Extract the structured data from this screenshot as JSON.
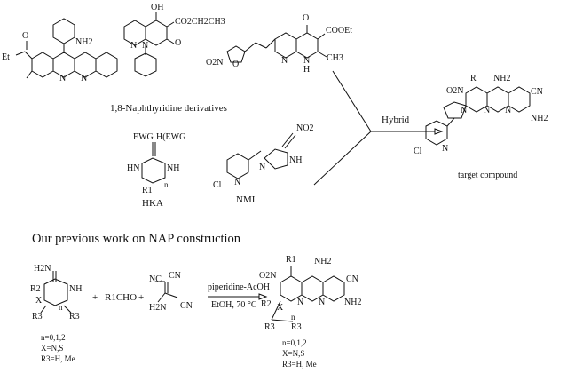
{
  "captions": {
    "naphthyridine": "1,8-Naphthyridine derivatives",
    "hybrid": "Hybrid",
    "target": "target compound",
    "hka": "HKA",
    "nmi": "NMI",
    "previous_work": "Our previous work on NAP construction"
  },
  "structure_labels": {
    "s1": {
      "nh2": "NH2",
      "et": "Et",
      "o": "O",
      "n1": "N",
      "n2": "N"
    },
    "s2": {
      "oh": "OH",
      "co2": "CO2CH2CH3",
      "o": "O",
      "n1": "N",
      "n2": "N"
    },
    "s3": {
      "o": "O",
      "cooet": "COOEt",
      "no2": "O2N",
      "ch3": "CH3",
      "nh": "N",
      "h": "H",
      "n": "N",
      "furan_o": "O"
    },
    "target": {
      "r": "R",
      "nh2a": "NH2",
      "no2": "O2N",
      "cn": "CN",
      "nh2b": "NH2",
      "n1": "N",
      "n2": "N",
      "n3": "N",
      "cl": "Cl",
      "n_py": "N"
    },
    "hka": {
      "ewg_left": "EWG",
      "ewg_right": "H(EWG",
      "hn": "HN",
      "nh": "NH",
      "n_sub": "n",
      "r1": "R1"
    },
    "nmi": {
      "no2": "NO2",
      "nh": "NH",
      "n": "N",
      "cl": "Cl",
      "n_py": "N"
    },
    "reactant1": {
      "h2n": "H2N",
      "r2": "R2",
      "nh": "NH",
      "x": "X",
      "r3a": "R3",
      "r3b": "R3",
      "n": "n"
    },
    "plus1": "+",
    "aldehyde": "R1CHO",
    "plus2": "+",
    "reactant3": {
      "nc": "NC",
      "cn1": "CN",
      "h2n": "H2N",
      "cn2": "CN"
    },
    "conditions": {
      "top": "piperidine-AcOH",
      "bottom": "EtOH, 70 °C"
    },
    "product": {
      "r1": "R1",
      "nh2a": "NH2",
      "o2n": "O2N",
      "cn": "CN",
      "r2": "R2",
      "x": "X",
      "n": "n",
      "n1": "N",
      "n2": "N",
      "nh2b": "NH2",
      "r3a": "R3",
      "r3b": "R3"
    }
  },
  "conditions_lists": {
    "reactant": [
      "n=0,1,2",
      "X=N,S",
      "R3=H, Me"
    ],
    "product": [
      "n=0,1,2",
      "X=N,S",
      "R3=H, Me"
    ]
  }
}
